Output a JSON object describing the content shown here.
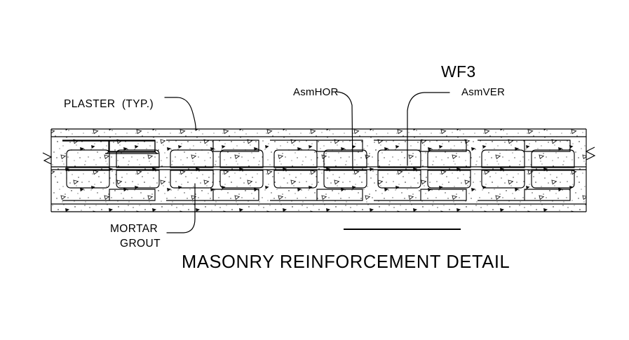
{
  "drawing": {
    "title": "MASONRY REINFORCEMENT DETAIL",
    "type": "cad-section-detail",
    "background_color": "#ffffff",
    "line_color": "#000000"
  },
  "annotations": {
    "plaster": {
      "label": "PLASTER  (TYP.)",
      "name": "plaster-label"
    },
    "asm_hor": {
      "label": "AsmHOR",
      "name": "asm-hor-label"
    },
    "asm_ver": {
      "label": "AsmVER",
      "name": "asm-ver-label"
    },
    "wf3": {
      "label": "WF3",
      "name": "wf3-label"
    },
    "mortar": {
      "line1": "MORTAR",
      "line2": "GROUT",
      "name": "mortar-grout-label"
    }
  },
  "wall": {
    "description": "two-course hollow concrete masonry unit wall shown in section with plaster faces and grouted cells",
    "left_break_symbol": "break-line",
    "right_break_symbol": "break-line",
    "courses": 2,
    "hatch": "concrete-aggregate-stipple"
  }
}
